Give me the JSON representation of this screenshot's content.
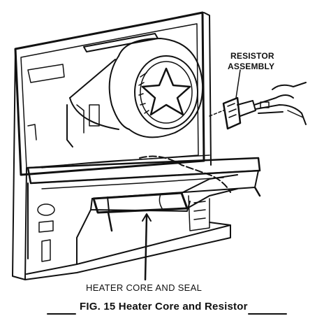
{
  "labels": {
    "resistor_line1": "RESISTOR",
    "resistor_line2": "ASSEMBLY",
    "heater_core": "HEATER CORE AND SEAL"
  },
  "caption": "FIG. 15 Heater Core and Resistor",
  "colors": {
    "ink": "#111111",
    "background": "#ffffff"
  }
}
